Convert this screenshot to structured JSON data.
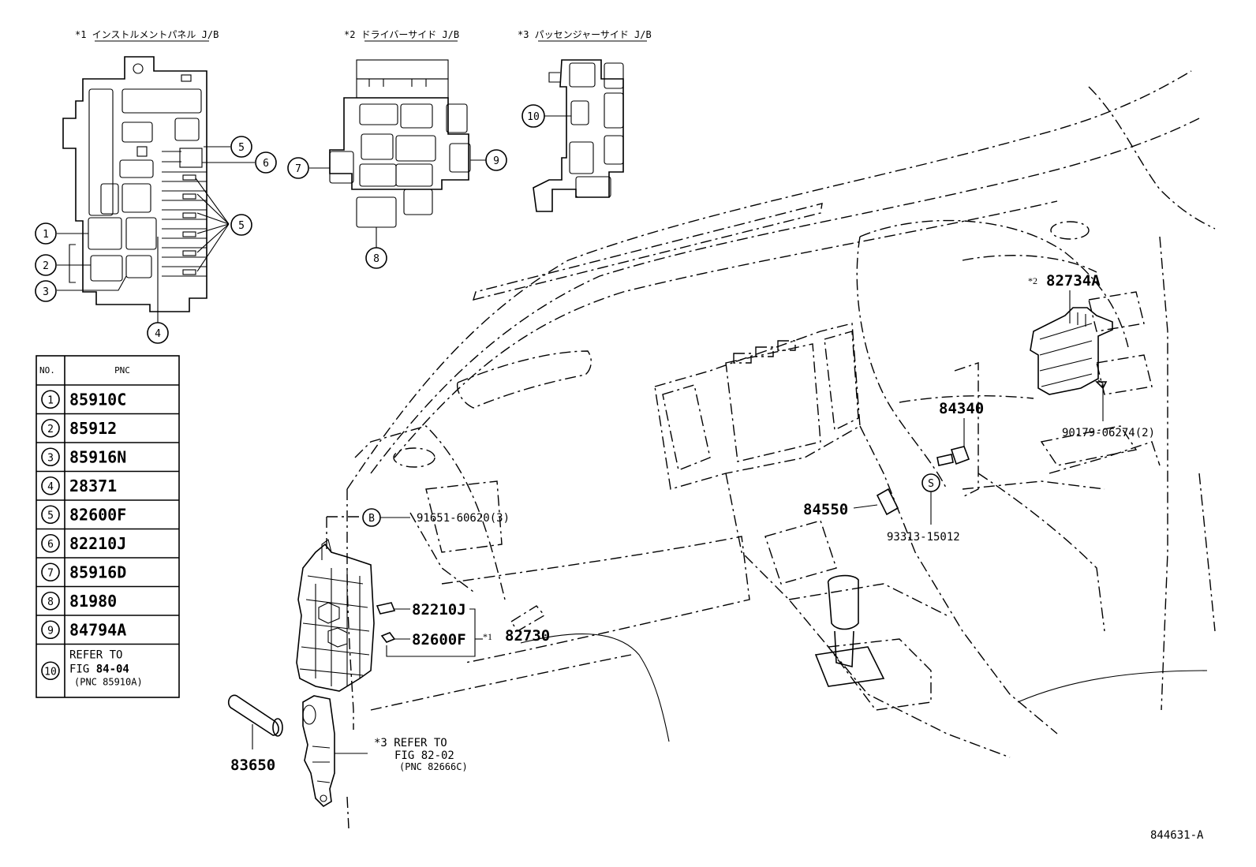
{
  "headers": {
    "jb1": "*1 インストルメントパネル J/B",
    "jb2": "*2 ドライバーサイド J/B",
    "jb3": "*3 パッセンジャーサイド J/B"
  },
  "table": {
    "col_no": "NO.",
    "col_pnc": "PNC",
    "rows": [
      {
        "no": "1",
        "pnc": "85910C"
      },
      {
        "no": "2",
        "pnc": "85912"
      },
      {
        "no": "3",
        "pnc": "85916N"
      },
      {
        "no": "4",
        "pnc": "28371"
      },
      {
        "no": "5",
        "pnc": "82600F"
      },
      {
        "no": "6",
        "pnc": "82210J"
      },
      {
        "no": "7",
        "pnc": "85916D"
      },
      {
        "no": "8",
        "pnc": "81980"
      },
      {
        "no": "9",
        "pnc": "84794A"
      },
      {
        "no": "10",
        "pnc_line1": "REFER TO",
        "pnc_line2_prefix": "FIG ",
        "pnc_line2_bold": "84-04",
        "pnc_line3": "(PNC 85910A)"
      }
    ]
  },
  "callouts": {
    "c1": "1",
    "c2": "2",
    "c3": "3",
    "c4": "4",
    "c5a": "5",
    "c5b": "5",
    "c6": "6",
    "c7": "7",
    "c8": "8",
    "c9": "9",
    "c10": "10",
    "cB": "B",
    "cS": "S"
  },
  "parts": {
    "p82734A_prefix": "*2",
    "p82734A": "82734A",
    "p84340": "84340",
    "p90179": "90179-06274(2)",
    "p84550": "84550",
    "p93313": "93313-15012",
    "p91651": "91651-60620(3)",
    "p82210J": "82210J",
    "p82600F": "82600F",
    "p82730_prefix": "*1",
    "p82730": "82730",
    "p83650": "83650",
    "ref3_line1": "*3 REFER TO",
    "ref3_line2": "FIG 82-02",
    "ref3_line3": "(PNC 82666C)",
    "figure_id": "844631-A"
  }
}
